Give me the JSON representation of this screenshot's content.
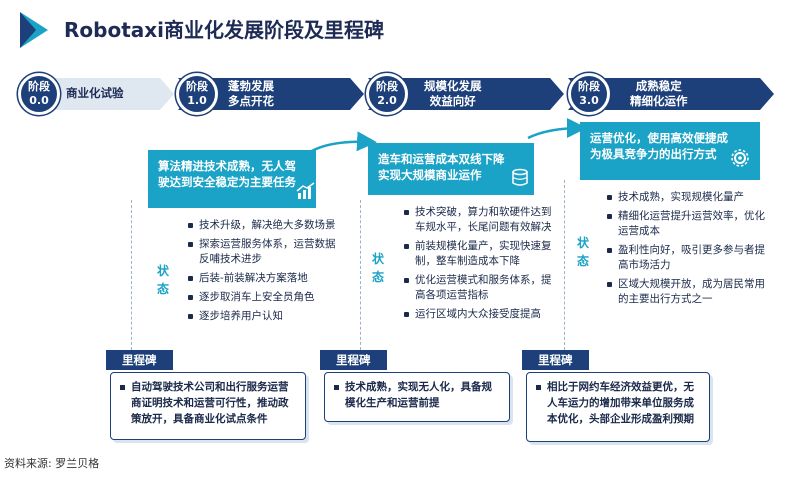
{
  "title": "Robotaxi商业化发展阶段及里程碑",
  "stages": [
    {
      "badge_line1": "阶段",
      "badge_line2": "0.0",
      "label_line1": "商业化试验",
      "label_line2": ""
    },
    {
      "badge_line1": "阶段",
      "badge_line2": "1.0",
      "label_line1": "蓬勃发展",
      "label_line2": "多点开花"
    },
    {
      "badge_line1": "阶段",
      "badge_line2": "2.0",
      "label_line1": "规模化发展",
      "label_line2": "效益向好"
    },
    {
      "badge_line1": "阶段",
      "badge_line2": "3.0",
      "label_line1": "成熟稳定",
      "label_line2": "精细化运作"
    }
  ],
  "goals": [
    {
      "text": "算法精进技术成熟，无人驾驶达到安全稳定为主要任务",
      "icon": "growth-chart-icon"
    },
    {
      "text": "造车和运营成本双线下降实现大规模商业运作",
      "icon": "coins-stack-icon"
    },
    {
      "text": "运营优化，使用高效便捷成为极具竞争力的出行方式",
      "icon": "gear-icon"
    }
  ],
  "state_label": "状态",
  "states": [
    [
      "技术升级，解决绝大多数场景",
      "探索运营服务体系，运营数据反哺技术进步",
      "后装-前装解决方案落地",
      "逐步取消车上安全员角色",
      "逐步培养用户认知"
    ],
    [
      "技术突破，算力和软硬件达到车规水平，长尾问题有效解决",
      "前装规模化量产，实现快速复制，整车制造成本下降",
      "优化运营模式和服务体系，提高各项运营指标",
      "运行区域内大众接受度提高"
    ],
    [
      "技术成熟，实现规模化量产",
      "精细化运营提升运营效率，优化运营成本",
      "盈利性向好，吸引更多参与者提高市场活力",
      "区域大规模开放，成为居民常用的主要出行方式之一"
    ]
  ],
  "milestone_label": "里程碑",
  "milestones": [
    "自动驾驶技术公司和出行服务运营商证明技术和运营可行性，推动政策放开，具备商业化试点条件",
    "技术成熟，实现无人化，具备规模化生产和运营前提",
    "相比于网约车经济效益更优，无人车运力的增加带来单位服务成本优化，头部企业形成盈利预期"
  ],
  "source": "资料来源: 罗兰贝格",
  "colors": {
    "navy": "#1d3f7a",
    "teal": "#1aa3c6",
    "light_arrow": "#dfe7f1"
  }
}
